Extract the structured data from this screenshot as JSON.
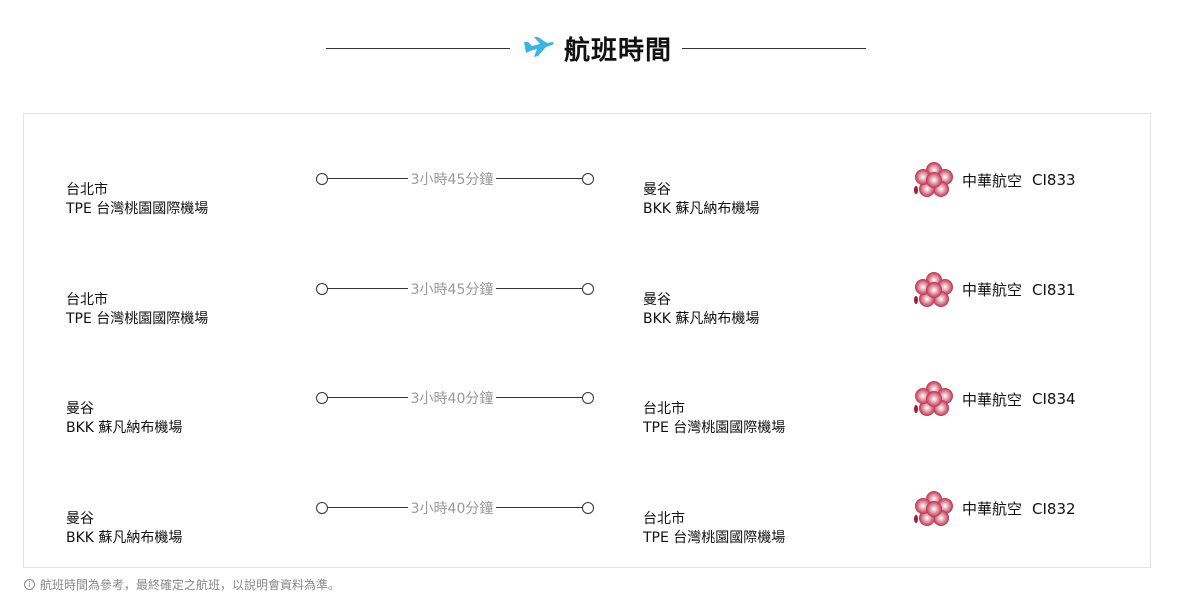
{
  "header": {
    "title": "航班時間",
    "icon": "airplane-icon",
    "accent": "#3bb4e5"
  },
  "flights": [
    {
      "from_city": "台北市",
      "from_airport": "TPE 台灣桃園國際機場",
      "duration": "3小時45分鐘",
      "to_city": "曼谷",
      "to_airport": "BKK 蘇凡納布機場",
      "airline": "中華航空",
      "flight_no": "CI833"
    },
    {
      "from_city": "台北市",
      "from_airport": "TPE 台灣桃園國際機場",
      "duration": "3小時45分鐘",
      "to_city": "曼谷",
      "to_airport": "BKK 蘇凡納布機場",
      "airline": "中華航空",
      "flight_no": "CI831"
    },
    {
      "from_city": "曼谷",
      "from_airport": "BKK 蘇凡納布機場",
      "duration": "3小時40分鐘",
      "to_city": "台北市",
      "to_airport": "TPE 台灣桃園國際機場",
      "airline": "中華航空",
      "flight_no": "CI834"
    },
    {
      "from_city": "曼谷",
      "from_airport": "BKK 蘇凡納布機場",
      "duration": "3小時40分鐘",
      "to_city": "台北市",
      "to_airport": "TPE 台灣桃園國際機場",
      "airline": "中華航空",
      "flight_no": "CI832"
    }
  ],
  "note": "航班時間為參考，最終確定之航班，以說明會資料為準。"
}
